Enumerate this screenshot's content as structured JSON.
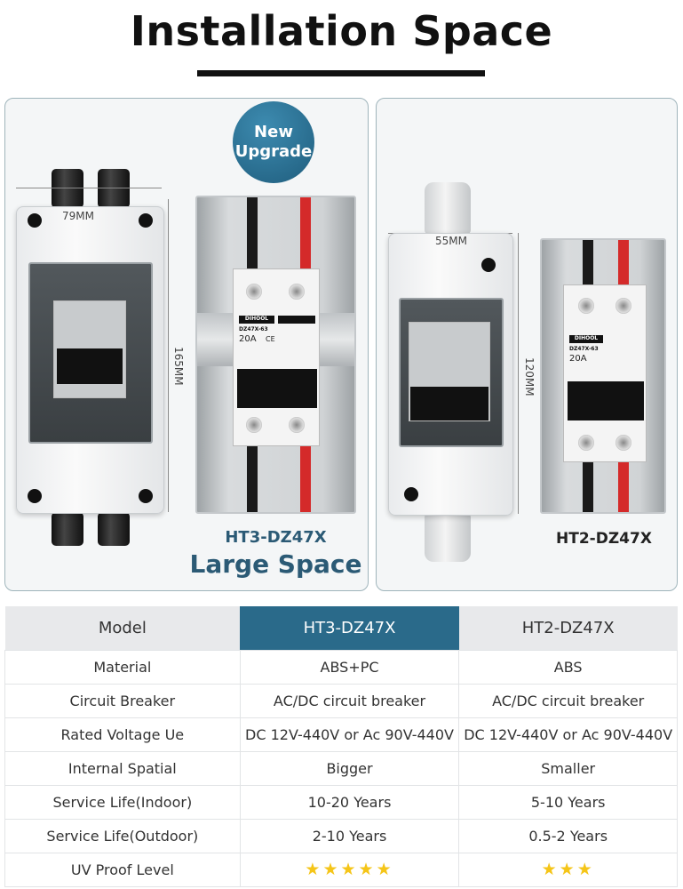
{
  "title": "Installation Space",
  "left_product": {
    "badge": {
      "line1": "New",
      "line2": "Upgrade"
    },
    "width_label": "79MM",
    "height_label": "165MM",
    "model": "HT3-DZ47X",
    "tagline": "Large Space"
  },
  "right_product": {
    "width_label": "55MM",
    "height_label": "120MM",
    "model": "HT2-DZ47X"
  },
  "breaker_label": {
    "brand": "DIHOOL",
    "model": "DZ47X-63",
    "rating": "20A",
    "ce": "CE"
  },
  "colors": {
    "accent": "#2a6a8a",
    "tagline": "#2b5a75",
    "star": "#f5c518"
  },
  "table": {
    "headers": [
      "Model",
      "HT3-DZ47X",
      "HT2-DZ47X"
    ],
    "rows": [
      [
        "Material",
        "ABS+PC",
        "ABS"
      ],
      [
        "Circuit Breaker",
        "AC/DC circuit breaker",
        "AC/DC circuit breaker"
      ],
      [
        "Rated Voltage Ue",
        "DC 12V-440V or Ac 90V-440V",
        "DC 12V-440V or Ac 90V-440V"
      ],
      [
        "Internal Spatial",
        "Bigger",
        "Smaller"
      ],
      [
        "Service Life(Indoor)",
        "10-20 Years",
        "5-10 Years"
      ],
      [
        "Service Life(Outdoor)",
        "2-10 Years",
        "0.5-2 Years"
      ]
    ],
    "uv_row": {
      "label": "UV Proof Level",
      "ht3_stars": 5,
      "ht2_stars": 3,
      "max_stars": 5
    }
  }
}
